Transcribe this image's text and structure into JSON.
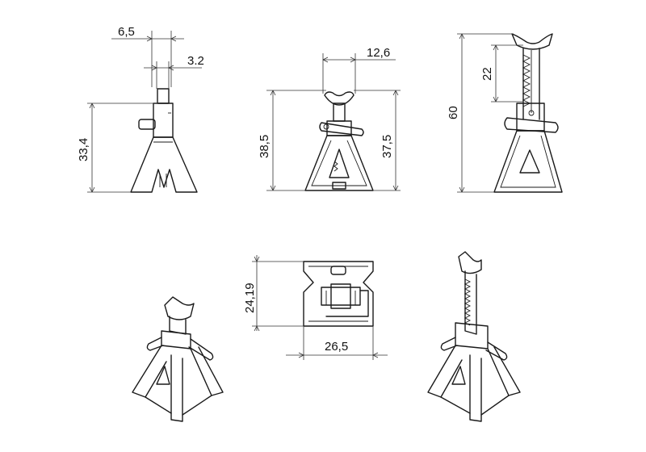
{
  "drawing": {
    "views": {
      "front": {
        "width_top": "6,5",
        "width_small": "3.2",
        "height": "33,4"
      },
      "side": {
        "saddle_width": "12,6",
        "height_left": "38,5",
        "height_right": "37,5"
      },
      "raised": {
        "extension": "22",
        "total_height": "60"
      },
      "top": {
        "depth": "24,19",
        "width": "26,5"
      }
    }
  }
}
